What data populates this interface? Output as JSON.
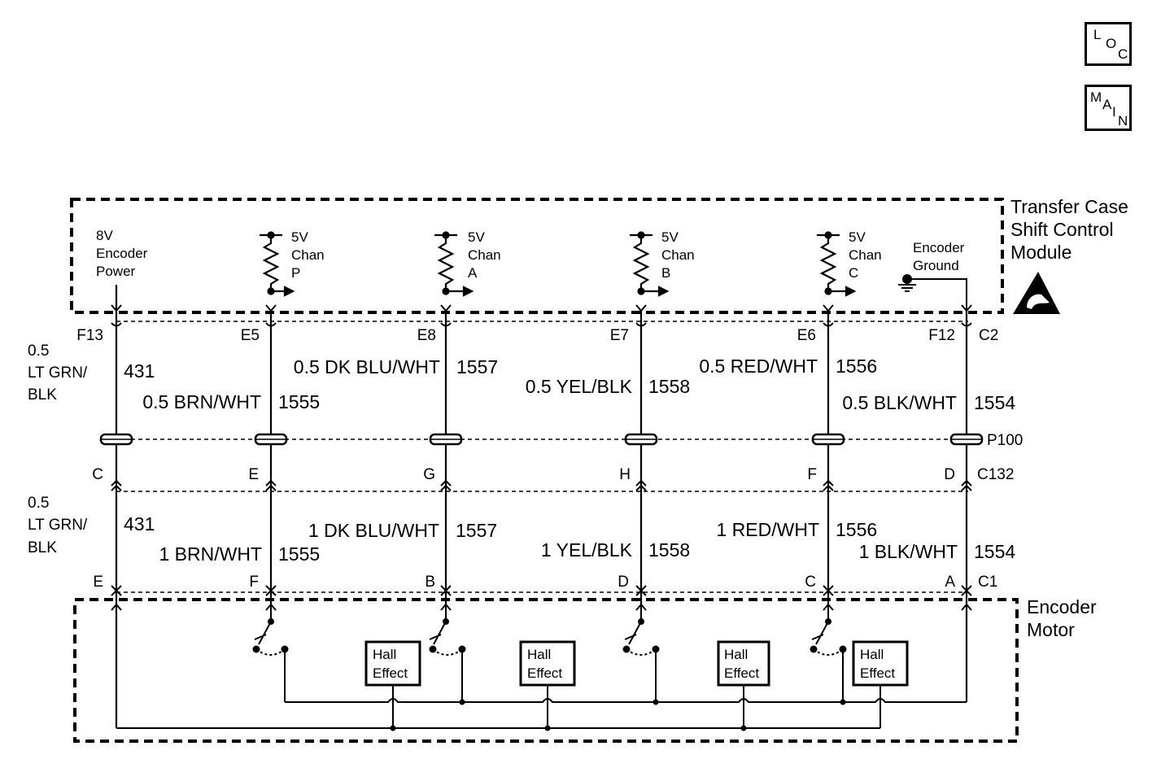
{
  "nav": {
    "loc": [
      "L",
      "O",
      "C"
    ],
    "main": [
      "M",
      "A",
      "I",
      "N"
    ]
  },
  "module": {
    "title_lines": [
      "Transfer Case",
      "Shift Control",
      "Module"
    ],
    "encoder_power_lines": [
      "8V",
      "Encoder",
      "Power"
    ],
    "encoder_ground_lines": [
      "Encoder",
      "Ground"
    ],
    "channels": [
      {
        "lines": [
          "5V",
          "Chan",
          "P"
        ]
      },
      {
        "lines": [
          "5V",
          "Chan",
          "A"
        ]
      },
      {
        "lines": [
          "5V",
          "Chan",
          "B"
        ]
      },
      {
        "lines": [
          "5V",
          "Chan",
          "C"
        ]
      }
    ]
  },
  "motor": {
    "title_lines": [
      "Encoder",
      "Motor"
    ],
    "hall_lines": [
      "Hall",
      "Effect"
    ]
  },
  "connectors": {
    "upper": "C2",
    "inline": "P100",
    "middle": "C132",
    "lower": "C1"
  },
  "upper_pins": [
    "F13",
    "E5",
    "E8",
    "E7",
    "E6",
    "F12"
  ],
  "middle_pins": [
    "C",
    "E",
    "G",
    "H",
    "F",
    "D"
  ],
  "lower_pins": [
    "E",
    "F",
    "B",
    "D",
    "C",
    "A"
  ],
  "upper_wires": [
    {
      "color_lines": [
        "0.5",
        "LT GRN/",
        "BLK"
      ],
      "circuit": "431"
    },
    {
      "color": "0.5 BRN/WHT",
      "circuit": "1555"
    },
    {
      "color": "0.5 DK BLU/WHT",
      "circuit": "1557"
    },
    {
      "color": "0.5 YEL/BLK",
      "circuit": "1558"
    },
    {
      "color": "0.5 RED/WHT",
      "circuit": "1556"
    },
    {
      "color": "0.5 BLK/WHT",
      "circuit": "1554"
    }
  ],
  "lower_wires": [
    {
      "color_lines": [
        "0.5",
        "LT GRN/",
        "BLK"
      ],
      "circuit": "431"
    },
    {
      "color": "1 BRN/WHT",
      "circuit": "1555"
    },
    {
      "color": "1 DK BLU/WHT",
      "circuit": "1557"
    },
    {
      "color": "1 YEL/BLK",
      "circuit": "1558"
    },
    {
      "color": "1 RED/WHT",
      "circuit": "1556"
    },
    {
      "color": "1 BLK/WHT",
      "circuit": "1554"
    }
  ]
}
